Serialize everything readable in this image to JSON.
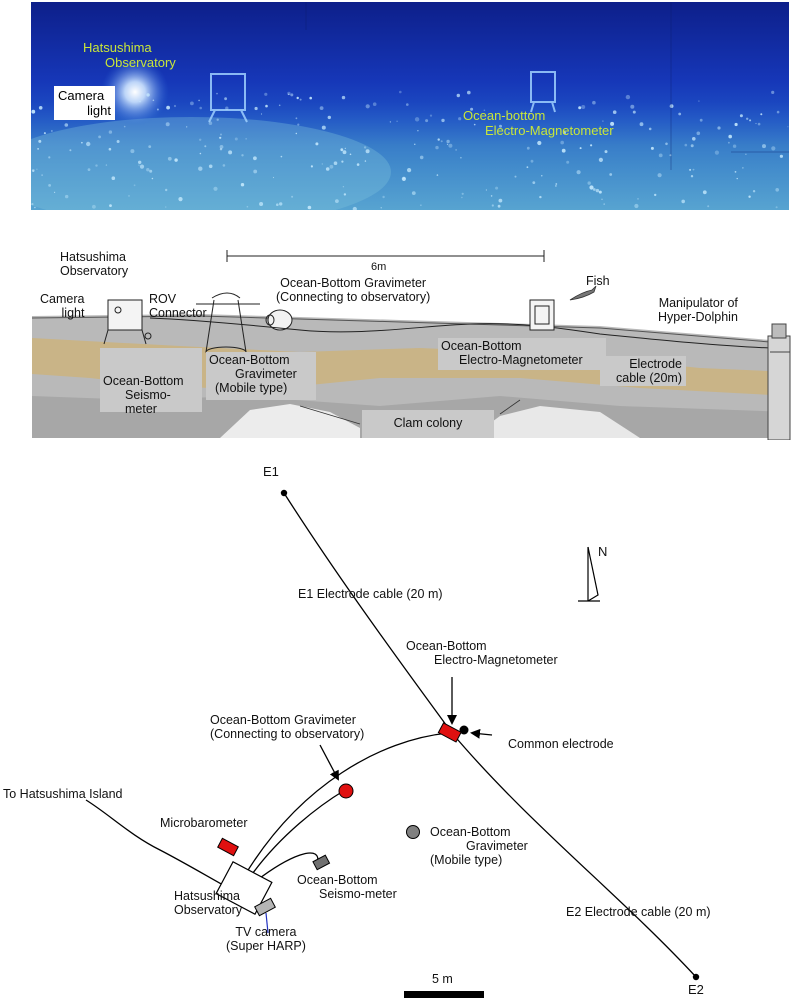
{
  "photo": {
    "hatsushima_line1": "Hatsushima",
    "hatsushima_line2": "Observatory",
    "camera_line1": "Camera",
    "camera_line2": "light",
    "obem_line1": "Ocean-bottom",
    "obem_line2": "Electro-Magnetometer",
    "label_color": "#c8e63a"
  },
  "sketch": {
    "hatsushima_line1": "Hatsushima",
    "hatsushima_line2": "Observatory",
    "scale_label": "6m",
    "obg_connect_line1": "Ocean-Bottom Gravimeter",
    "obg_connect_line2": "(Connecting to observatory)",
    "fish": "Fish",
    "camera_line1": "Camera",
    "camera_line2": "light",
    "rov_line1": "ROV",
    "rov_line2": "Connector",
    "manip_line1": "Manipulator of",
    "manip_line2": "Hyper-Dolphin",
    "obg_mobile_line1": "Ocean-Bottom",
    "obg_mobile_line2": "Gravimeter",
    "obg_mobile_line3": "(Mobile type)",
    "obem_line1": "Ocean-Bottom",
    "obem_line2": "Electro-Magnetometer",
    "electrode_line1": "Electrode",
    "electrode_line2": "cable (20m)",
    "obs_line1": "Ocean-Bottom",
    "obs_line2": "Seismo-meter",
    "clam": "Clam colony"
  },
  "map": {
    "e1": "E1",
    "e2": "E2",
    "north": "N",
    "e1_cable": "E1 Electrode cable (20 m)",
    "obem_line1": "Ocean-Bottom",
    "obem_line2": "Electro-Magnetometer",
    "common_electrode": "Common electrode",
    "obg_connect_line1": "Ocean-Bottom Gravimeter",
    "obg_connect_line2": "(Connecting to observatory)",
    "to_island": "To Hatsushima Island",
    "microbarometer": "Microbarometer",
    "obg_mobile_line1": "Ocean-Bottom",
    "obg_mobile_line2": "Gravimeter",
    "obg_mobile_line3": "(Mobile type)",
    "obs_line1": "Ocean-Bottom",
    "obs_line2": "Seismo-meter",
    "obs_station_line1": "Hatsushima",
    "obs_station_line2": "Observatory",
    "tv_line1": "TV camera",
    "tv_line2": "(Super HARP)",
    "e2_cable": "E2 Electrode cable (20 m)",
    "scale": "5 m",
    "colors": {
      "instrument_red": "#e01010",
      "mobile_gravimeter_gray": "#808080",
      "seismometer_gray": "#707070",
      "tv_camera_gray": "#b5b5b5",
      "tv_cable_blue": "#2030c0"
    }
  }
}
